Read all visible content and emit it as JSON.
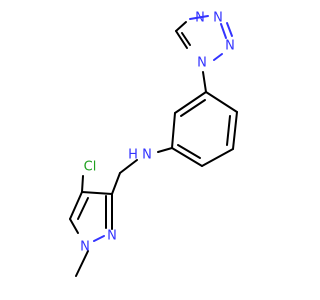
{
  "colors": {
    "background": "#ffffff",
    "bond": "#000000",
    "nitrogen": "#3333ff",
    "chlorine": "#1fa01f",
    "carbon_label": "#000000"
  },
  "atom_labels": {
    "tetrazole_n1": "N",
    "tetrazole_n2": "N",
    "tetrazole_n3": "N",
    "tetrazole_n4": "N",
    "amine_n": "N",
    "amine_h": "H",
    "chlorine": "Cl",
    "pyrazole_n1": "N",
    "pyrazole_n2": "N"
  }
}
